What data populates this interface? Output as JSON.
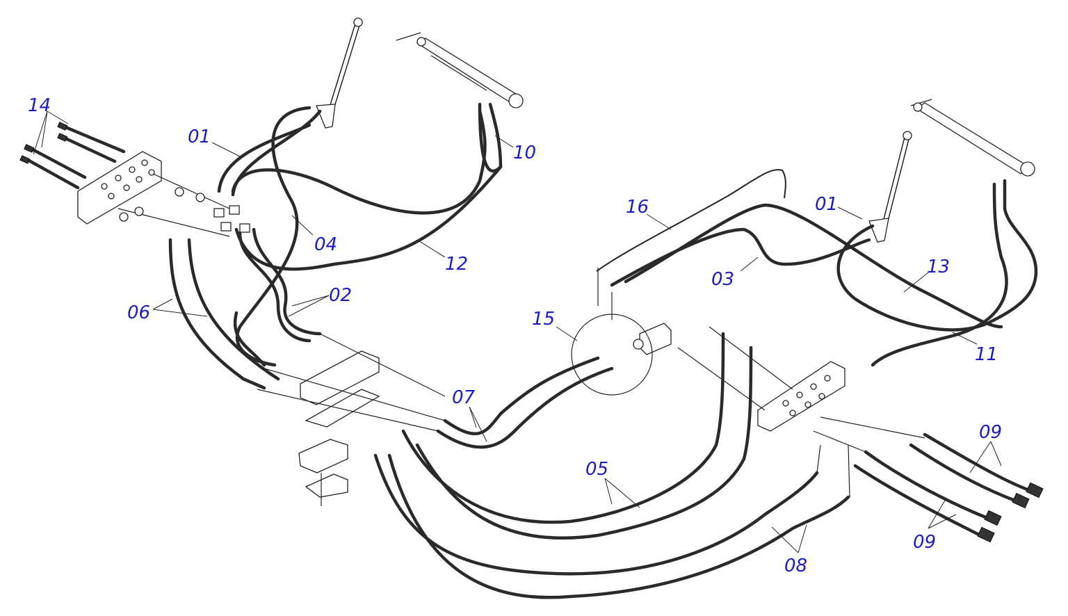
{
  "callouts": {
    "c14": "14",
    "c01_left": "01",
    "c10": "10",
    "c04": "04",
    "c12": "12",
    "c06": "06",
    "c02": "02",
    "c16": "16",
    "c01_right": "01",
    "c03": "03",
    "c13": "13",
    "c15": "15",
    "c11": "11",
    "c07": "07",
    "c05": "05",
    "c09_top": "09",
    "c09_bottom": "09",
    "c08": "08"
  },
  "colors": {
    "callout": "#1a1acc",
    "hose": "#2a2a2a",
    "line": "#222222"
  }
}
